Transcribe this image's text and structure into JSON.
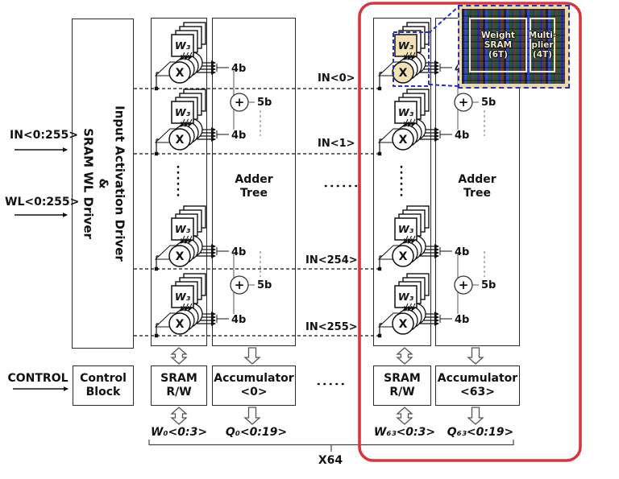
{
  "side": {
    "in_bus": "IN<0:255>",
    "wl_bus": "WL<0:255>",
    "control": "CONTROL"
  },
  "driver_block": {
    "line1": "Input Activation Driver",
    "line2": "&",
    "line3": "SRAM WL Driver"
  },
  "control_block": {
    "line1": "Control",
    "line2": "Block"
  },
  "in_lines": [
    "IN<0>",
    "IN<1>",
    "IN<254>",
    "IN<255>"
  ],
  "adder_tree": {
    "line1": "Adder",
    "line2": "Tree"
  },
  "unit": {
    "weight": "W₃",
    "mult": "X"
  },
  "adder": {
    "plus": "+",
    "operand_bits": "4b",
    "sum_bits": "5b"
  },
  "groups": [
    {
      "sram_line1": "SRAM",
      "sram_line2": "R/W",
      "acc_line1": "Accumulator",
      "acc_line2": "<0>",
      "weight_out": "W₀<0:3>",
      "acc_out": "Q₀<0:19>"
    },
    {
      "sram_line1": "SRAM",
      "sram_line2": "R/W",
      "acc_line1": "Accumulator",
      "acc_line2": "<63>",
      "weight_out": "W₆₃<0:3>",
      "acc_out": "Q₆₃<0:19>"
    }
  ],
  "x64_label": "X64",
  "inset": {
    "weight_sram": [
      "Weight",
      "SRAM",
      "(6T)"
    ],
    "multiplier": [
      "Multi-",
      "plier",
      "(4T)"
    ]
  },
  "colors": {
    "outline_red": "#d6363c",
    "callout_blue": "#2430c8",
    "highlight_tan": "#f3e2b3"
  }
}
